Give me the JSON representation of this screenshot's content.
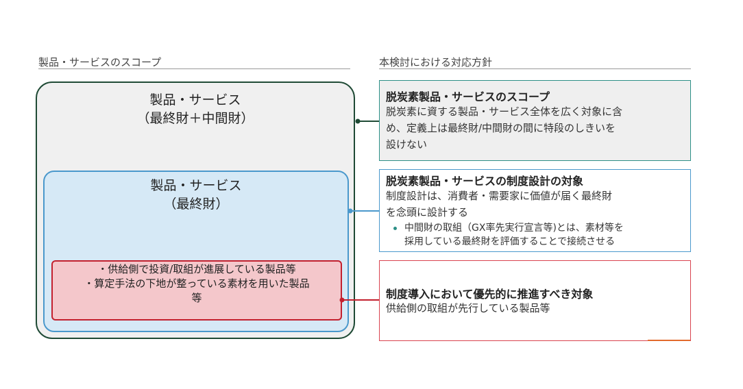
{
  "left_header": "製品・サービスのスコープ",
  "right_header": "本検討における対応方針",
  "outer_box": {
    "line1": "製品・サービス",
    "line2": "（最終財＋中間財）"
  },
  "middle_box": {
    "line1": "製品・サービス",
    "line2": "（最終財）"
  },
  "inner_box": {
    "line1": "・供給側で投資/取組が進展している製品等",
    "line2": "・算定手法の下地が整っている素材を用いた製品",
    "line3": "等"
  },
  "right_boxes": [
    {
      "title": "脱炭素製品・サービスのスコープ",
      "body_lines": [
        "脱炭素に資する製品・サービス全体を広く対象に含",
        "め、定義上は最終財/中間財の間に特段のしきいを",
        "設けない"
      ],
      "border_color": "#2c8f86"
    },
    {
      "title": "脱炭素製品・サービスの制度設計の対象",
      "body_lines": [
        "制度設計は、消費者・需要家に価値が届く最終財",
        "を念頭に設計する"
      ],
      "bullet_lines": [
        "中間財の取組（GX率先実行宣言等)とは、素材等を",
        "採用している最終財を評価することで接続させる"
      ],
      "border_color": "#4a98cc"
    },
    {
      "title": "制度導入において優先的に推進すべき対象",
      "body_lines": [
        "供給側の取組が先行している製品等"
      ],
      "border_color": "#d9434f"
    }
  ],
  "colors": {
    "outer": "#1f4a35",
    "middle": "#4a98cc",
    "inner": "#c3202e"
  }
}
